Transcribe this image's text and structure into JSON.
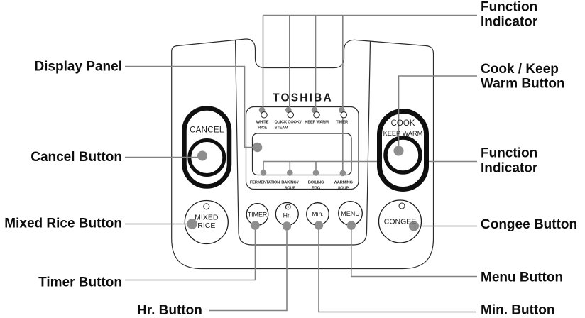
{
  "figure": {
    "brand": "TOSHIBA",
    "display": {
      "indicators_top": [
        {
          "l1": "WHITE",
          "l2": "RICE"
        },
        {
          "l1": "QUICK COOK /",
          "l2": "STEAM"
        },
        {
          "l1": "KEEP WARM",
          "l2": ""
        },
        {
          "l1": "TIMER",
          "l2": ""
        }
      ],
      "indicators_bottom": [
        {
          "l1": "FERMENTATION",
          "l2": ""
        },
        {
          "l1": "BAKING /",
          "l2": "SOUP"
        },
        {
          "l1": "BOILING",
          "l2": "EGG"
        },
        {
          "l1": "WARMING",
          "l2": "SOUP"
        }
      ]
    },
    "buttons": {
      "cancel": "CANCEL",
      "cook_line1": "COOK",
      "cook_line2": "KEEP WARM",
      "mixed_rice_line1": "MIXED",
      "mixed_rice_line2": "RICE",
      "congee": "CONGEE",
      "timer": "TIMER",
      "hr": "Hr.",
      "min": "Min.",
      "menu": "MENU"
    }
  },
  "callouts": {
    "function_indicator_top": {
      "line1": "Function",
      "line2": "Indicator"
    },
    "display_panel": "Display Panel",
    "cook_keep_warm": {
      "line1": "Cook / Keep",
      "line2": "Warm Button"
    },
    "cancel": "Cancel Button",
    "function_indicator_mid": {
      "line1": "Function",
      "line2": "Indicator"
    },
    "mixed_rice": "Mixed Rice Button",
    "congee": "Congee Button",
    "timer": "Timer Button",
    "menu": "Menu Button",
    "hr": "Hr. Button",
    "min": "Min. Button"
  },
  "colors": {
    "leader_gray": "#818181",
    "dot_gray": "#8e8e8e",
    "outline_black": "#2b2b2b",
    "label_black": "#0d0d0d",
    "background": "#ffffff"
  }
}
